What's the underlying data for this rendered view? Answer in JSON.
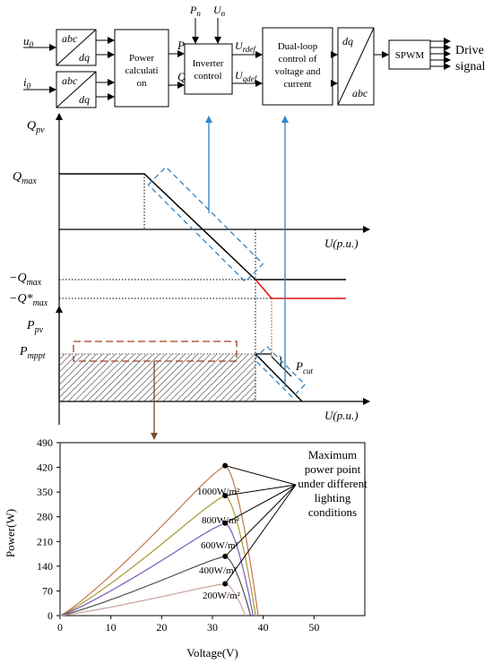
{
  "block_diagram": {
    "inputs": {
      "u0": "u",
      "u0_sub": "0",
      "i0": "i",
      "i0_sub": "0"
    },
    "abc_dq_top": {
      "abc": "abc",
      "dq": "dq"
    },
    "abc_dq_bottom": {
      "abc": "abc",
      "dq": "dq"
    },
    "power_calc": {
      "line1": "Power",
      "line2": "calculati",
      "line3": "on"
    },
    "signals": {
      "P": "P",
      "Q": "Q",
      "Pn": "P",
      "Pn_sub": "n",
      "Un": "U",
      "Un_sub": "n",
      "Urdef": "U",
      "Urdef_sub": "rdef",
      "Uqdef": "U",
      "Uqdef_sub": "qdef"
    },
    "inverter_control": {
      "line1": "Inverter",
      "line2": "control"
    },
    "dual_loop": {
      "line1": "Dual-loop",
      "line2": "control of",
      "line3": "voltage and",
      "line4": "current"
    },
    "dq_abc": {
      "dq": "dq",
      "abc": "abc"
    },
    "spwm": "SPWM",
    "drive_signal": {
      "line1": "Drive",
      "line2": "signal"
    }
  },
  "q_plot": {
    "ylabel": "Q",
    "ylabel_sub": "pv",
    "qmax": "Q",
    "qmax_sub": "max",
    "neg_qmax": "−Q",
    "neg_qmax_sub": "max",
    "neg_qstar": "−Q*",
    "neg_qstar_sub": "max",
    "xlabel": "U(p.u.)"
  },
  "p_plot": {
    "ylabel": "P",
    "ylabel_sub": "pv",
    "pmppt": "P",
    "pmppt_sub": "mppt",
    "pcut": "P",
    "pcut_sub": "cut",
    "xlabel": "U(p.u.)"
  },
  "chart_data": {
    "type": "line",
    "xlabel": "Voltage(V)",
    "ylabel": "Power(W)",
    "xlim": [
      0,
      60
    ],
    "ylim": [
      0,
      490
    ],
    "xticks": [
      0,
      10,
      20,
      30,
      40,
      50
    ],
    "yticks": [
      0,
      70,
      140,
      210,
      280,
      350,
      420,
      490
    ],
    "annotation": [
      "Maximum",
      "power point",
      "under different",
      "lighting",
      "conditions"
    ],
    "series": [
      {
        "name": "1000W/m²",
        "voc": 39,
        "mpp": [
          32.5,
          425
        ],
        "color": "#c0784a"
      },
      {
        "name": "",
        "voc": 38.5,
        "mpp": [
          32.5,
          340
        ],
        "color": "#a89a30"
      },
      {
        "name": "800W/m²",
        "voc": 38,
        "mpp": [
          32.5,
          262
        ],
        "color": "#7a58b8"
      },
      {
        "name": "600W/m²",
        "voc": 37.5,
        "mpp": [
          32.5,
          168
        ],
        "color": "#505050"
      },
      {
        "name": "400W/m²",
        "voc": 36.5,
        "mpp": [
          32.5,
          90
        ],
        "color": "#c9a09a"
      }
    ],
    "series_labels": [
      "1000W/m²",
      "800W/m²",
      "600W/m²",
      "400W/m²",
      "200W/m²"
    ]
  },
  "colors": {
    "arrow_blue": "#2e86c8",
    "dash_blue": "#2e86c8",
    "dash_brown": "#a04020",
    "arrow_brown": "#7a4a2a",
    "red": "#e01010"
  }
}
